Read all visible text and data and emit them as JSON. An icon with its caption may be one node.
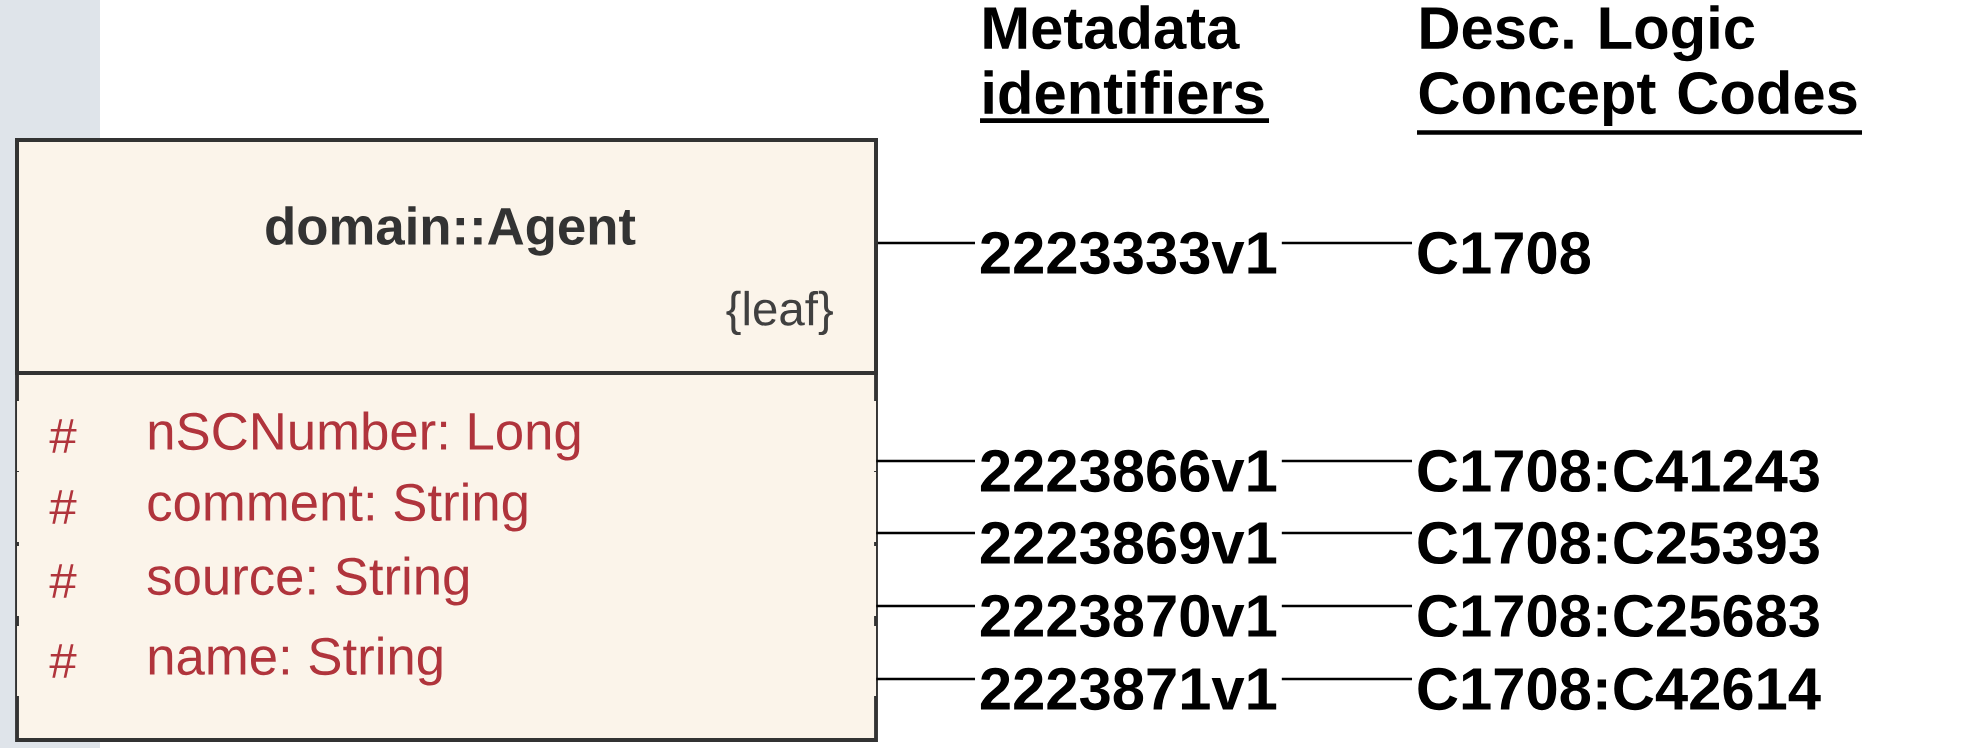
{
  "diagram": {
    "nodes": [
      {
        "text": [],
        "shape": "box"
      },
      {
        "text": [
          "domain::Agent",
          "{leaf}"
        ],
        "in": 0
      },
      {
        "text": [
          "#",
          "nSCNumber: Long"
        ],
        "in": 0
      },
      {
        "text": [
          "#",
          "comment: String"
        ],
        "in": 0
      },
      {
        "text": [
          "#",
          "source: String"
        ],
        "in": 0
      },
      {
        "text": [
          "#",
          "name: String"
        ],
        "in": 0
      },
      {
        "text": [
          "2223333v1"
        ]
      },
      {
        "text": [
          "2223866v1"
        ]
      },
      {
        "text": [
          "2223869v1"
        ]
      },
      {
        "text": [
          "2223870v1"
        ]
      },
      {
        "text": [
          "2223871v1"
        ]
      },
      {
        "text": [
          "C1708"
        ]
      },
      {
        "text": [
          "C1708:C41243"
        ]
      },
      {
        "text": [
          "C1708:C25393"
        ]
      },
      {
        "text": [
          "C1708:C25683"
        ]
      },
      {
        "text": [
          "C1708:C42614"
        ]
      }
    ],
    "edges": [
      {
        "from": 1,
        "to": 6,
        "arrow": "none"
      },
      {
        "from": 2,
        "to": 7,
        "arrow": "none"
      },
      {
        "from": 3,
        "to": 8,
        "arrow": "none"
      },
      {
        "from": 4,
        "to": 9,
        "arrow": "none"
      },
      {
        "from": 5,
        "to": 10,
        "arrow": "none"
      },
      {
        "from": 6,
        "to": 11,
        "arrow": "none"
      },
      {
        "from": 7,
        "to": 12,
        "arrow": "none"
      },
      {
        "from": 8,
        "to": 13,
        "arrow": "none"
      },
      {
        "from": 9,
        "to": 14,
        "arrow": "none"
      },
      {
        "from": 10,
        "to": 15,
        "arrow": "none"
      }
    ],
    "labels": [
      "Metadata identifiers",
      "Desc. Logic Concept Codes"
    ]
  }
}
